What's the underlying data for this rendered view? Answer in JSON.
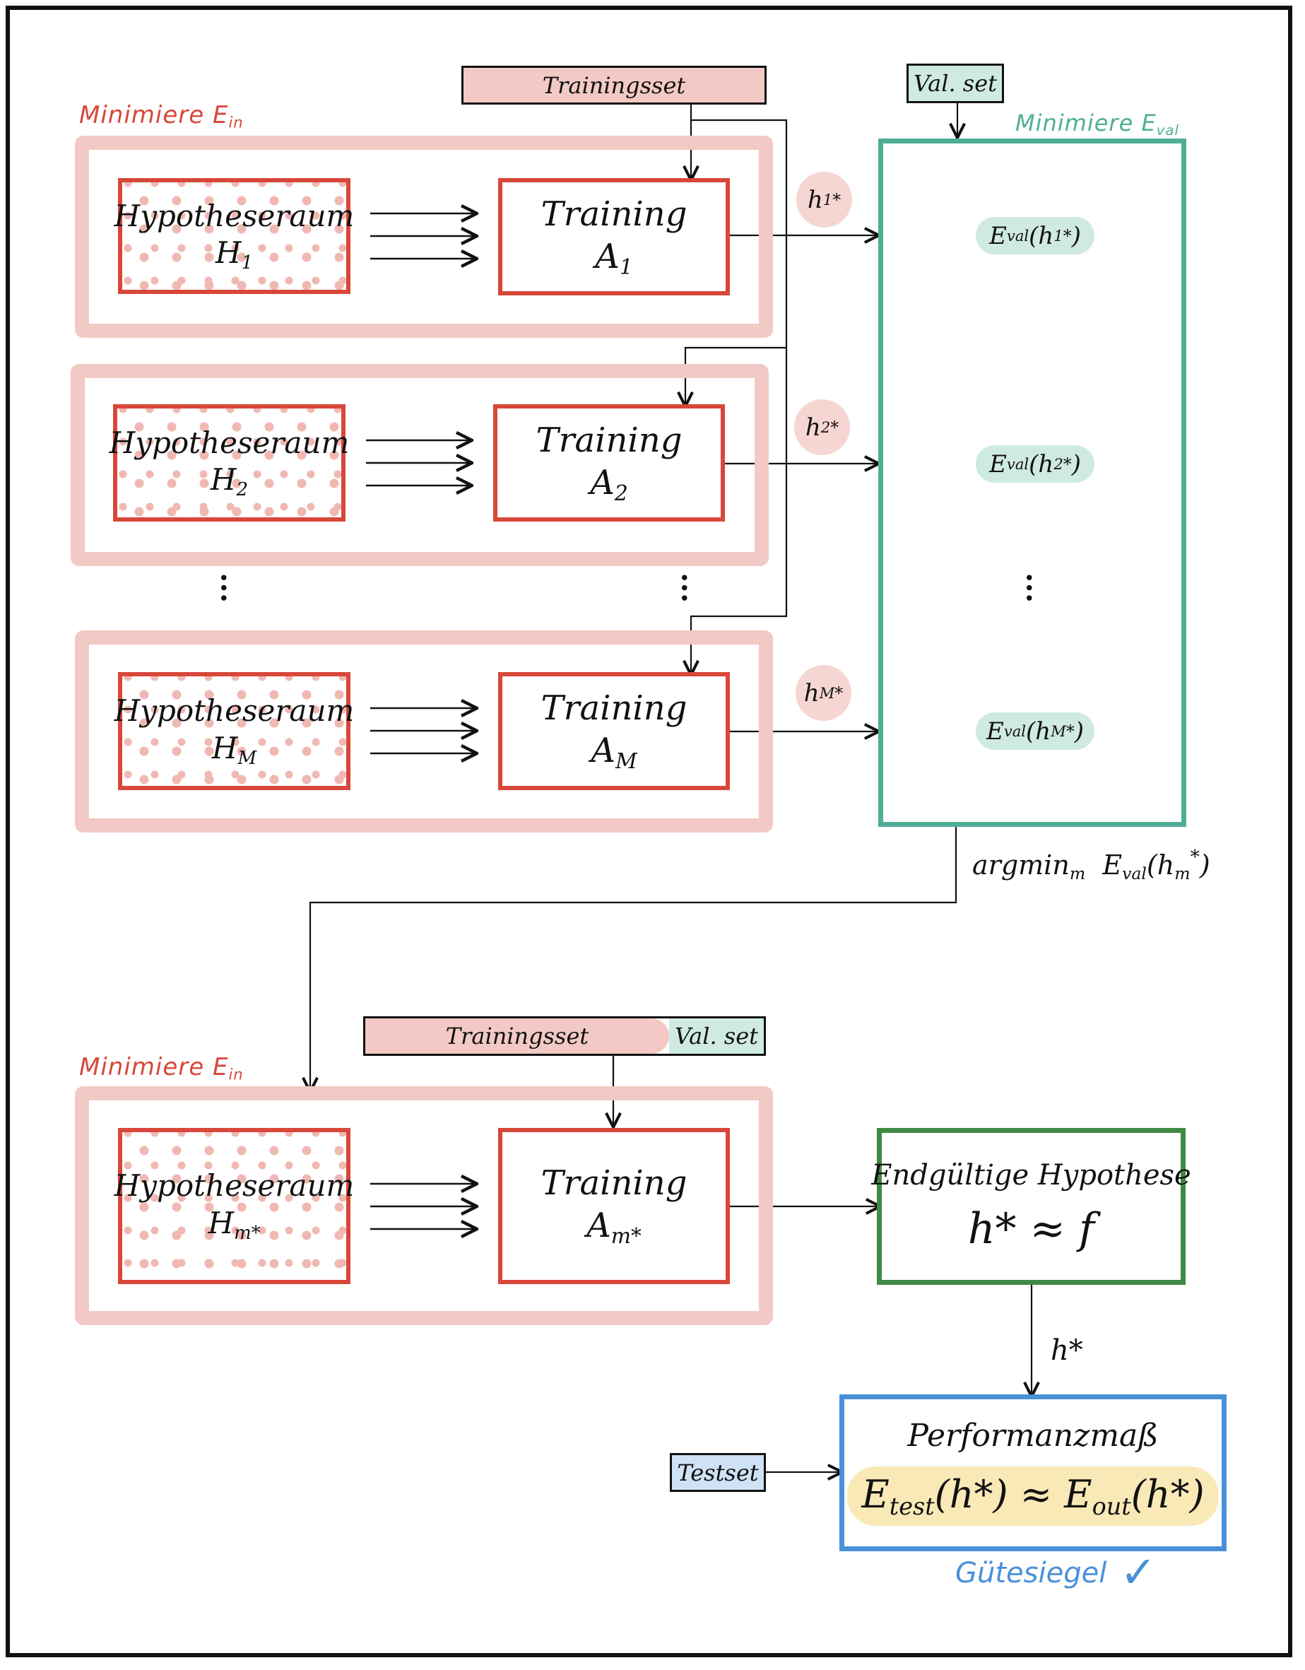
{
  "labels": {
    "minimize_ein": "Minimiere E",
    "ein_sub": "in",
    "minimize_eval": "Minimiere E",
    "eval_sub": "val"
  },
  "sets": {
    "trainingsset": "Trainingsset",
    "valset": "Val. set",
    "testset": "Testset"
  },
  "models": [
    {
      "hyp_title": "Hypotheseraum",
      "hyp_symbol": "H",
      "hyp_sub": "1",
      "train_title": "Training",
      "alg_symbol": "A",
      "alg_sub": "1",
      "h_sub": "1",
      "eval_text": "E",
      "eval_sub": "val",
      "eval_arg_sub": "1"
    },
    {
      "hyp_title": "Hypotheseraum",
      "hyp_symbol": "H",
      "hyp_sub": "2",
      "train_title": "Training",
      "alg_symbol": "A",
      "alg_sub": "2",
      "h_sub": "2",
      "eval_text": "E",
      "eval_sub": "val",
      "eval_arg_sub": "2"
    },
    {
      "hyp_title": "Hypotheseraum",
      "hyp_symbol": "H",
      "hyp_sub": "M",
      "train_title": "Training",
      "alg_symbol": "A",
      "alg_sub": "M",
      "h_sub": "M",
      "eval_text": "E",
      "eval_sub": "val",
      "eval_arg_sub": "M"
    }
  ],
  "final_model": {
    "hyp_title": "Hypotheseraum",
    "hyp_symbol": "H",
    "hyp_sub": "m*",
    "train_title": "Training",
    "alg_symbol": "A",
    "alg_sub": "m*"
  },
  "dots": "...",
  "argmin": {
    "text": "argmin",
    "sub": "m",
    "eval": "E",
    "eval_sub": "val",
    "arg_sub": "m"
  },
  "final_box": {
    "title": "Endgültige Hypothese",
    "formula": "h* ≈ f"
  },
  "h_star_label": "h*",
  "performance": {
    "title": "Performanzmaß",
    "formula_left": "E",
    "formula_left_sub": "test",
    "formula_mid": "(h*) ≈ ",
    "formula_right": "E",
    "formula_right_sub": "out",
    "formula_end": "(h*)"
  },
  "seal": {
    "text": "Gütesiegel",
    "check": "✓"
  },
  "colors": {
    "red": "#d8473a",
    "pink": "#f2c9c4",
    "teal": "#4eae95",
    "green": "#3f8a43",
    "blue": "#4a90d9",
    "yellow": "#f8e9b7"
  }
}
